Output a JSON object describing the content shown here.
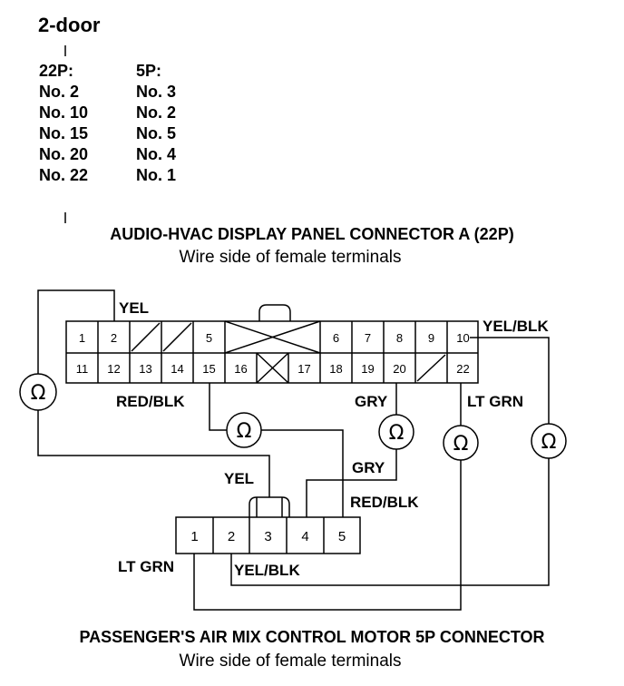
{
  "header": {
    "title": "2-door"
  },
  "pin_table": {
    "col22_header": "22P:",
    "col5_header": "5P:",
    "col22": [
      "No. 2",
      "No. 10",
      "No. 15",
      "No. 20",
      "No. 22"
    ],
    "col5": [
      "No. 3",
      "No. 2",
      "No. 5",
      "No. 4",
      "No. 1"
    ]
  },
  "connector_a": {
    "title": "AUDIO-HVAC DISPLAY PANEL CONNECTOR A (22P)",
    "subtitle": "Wire side of female terminals",
    "top_row": [
      "1",
      "2",
      "",
      "",
      "5",
      "",
      "6",
      "7",
      "8",
      "9",
      "10"
    ],
    "bottom_row": [
      "11",
      "12",
      "13",
      "14",
      "15",
      "16",
      "",
      "17",
      "18",
      "19",
      "20",
      "",
      "22"
    ]
  },
  "motor_connector": {
    "title": "PASSENGER'S AIR MIX CONTROL MOTOR 5P CONNECTOR",
    "subtitle": "Wire side of female terminals",
    "pins": [
      "1",
      "2",
      "3",
      "4",
      "5"
    ]
  },
  "wire_labels": {
    "yel_top": "YEL",
    "yel_blk_top": "YEL/BLK",
    "red_blk_top": "RED/BLK",
    "gry_top": "GRY",
    "lt_grn_top": "LT GRN",
    "yel_bottom": "YEL",
    "gry_bottom": "GRY",
    "red_blk_bottom": "RED/BLK",
    "lt_grn_bottom": "LT GRN",
    "yel_blk_bottom": "YEL/BLK"
  },
  "meter_symbol": "Ω"
}
